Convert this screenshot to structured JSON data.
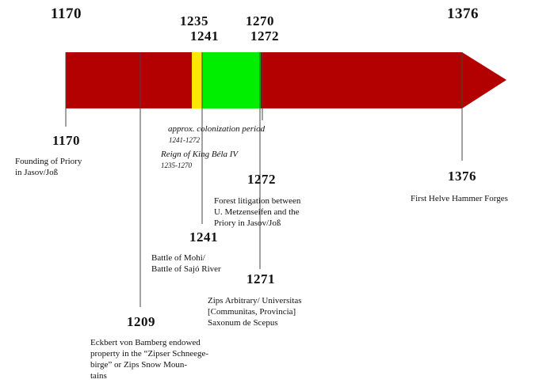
{
  "colors": {
    "arrow": "#b30000",
    "colonization": "#00ee00",
    "bela_period": "#ffe600",
    "lines": "#444444"
  },
  "timeline": {
    "start_year": "1170",
    "end_year": "1376",
    "top_labels": {
      "y1235": "1235",
      "y1241": "1241",
      "y1270": "1270",
      "y1272": "1272"
    },
    "colonization": {
      "label": "approx. colonization period",
      "range": "1241-1272"
    },
    "bela": {
      "label": "Reign of King Béla IV",
      "range": "1235-1270"
    },
    "events": {
      "e1170": {
        "year": "1170",
        "line1": "Founding of Priory",
        "line2": "in Jasov/Joß"
      },
      "e1209": {
        "year": "1209",
        "line1": "Eckbert von Bamberg endowed",
        "line2": "property in the “Zipser Schneege-",
        "line3": "birge” or Zips Snow Moun-",
        "line4": "tains"
      },
      "e1241": {
        "year": "1241",
        "line1": "Battle of Mohi/",
        "line2": "Battle of Sajó River"
      },
      "e1271": {
        "year": "1271",
        "line1": "Zips Arbitrary/ Universitas",
        "line2": "[Communitas, Provincia]",
        "line3": "Saxonum de Scepus"
      },
      "e1272": {
        "year": "1272",
        "line1": "Forest litigation between",
        "line2": "U. Metzenseifen and the",
        "line3": "Priory in Jasov/Joß"
      },
      "e1376": {
        "year": "1376",
        "line1": "First Helve Hammer Forges"
      }
    }
  }
}
